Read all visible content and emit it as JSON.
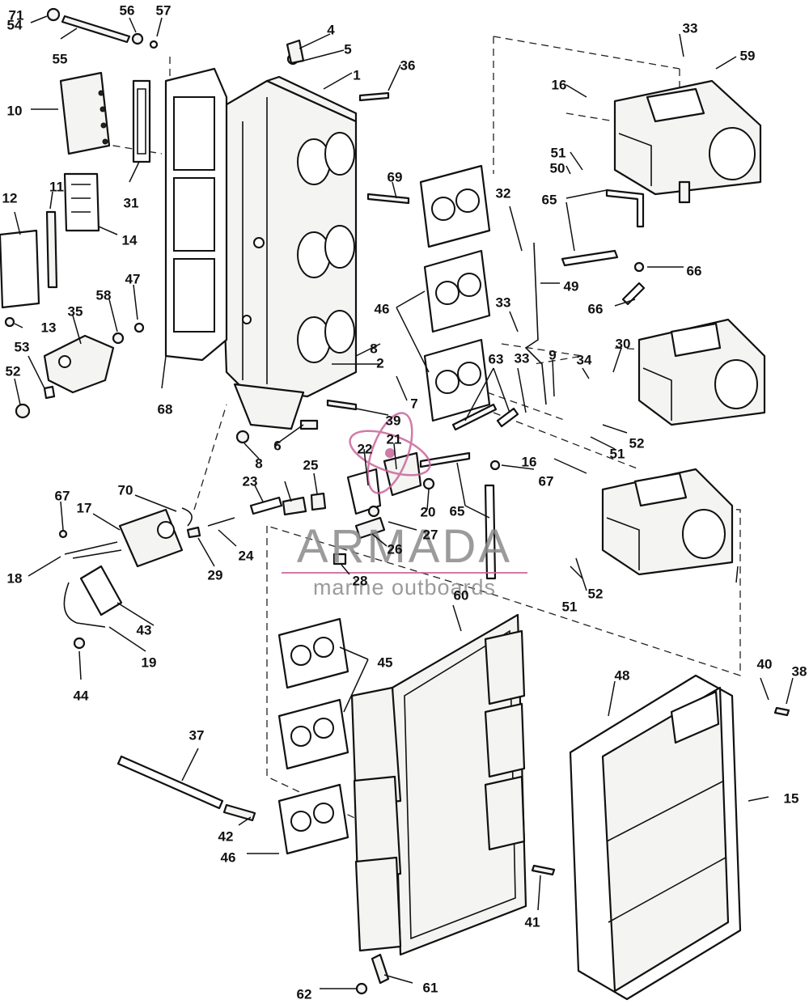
{
  "diagram": {
    "callouts": [
      "1",
      "2",
      "4",
      "5",
      "6",
      "7",
      "8",
      "8",
      "9",
      "10",
      "11",
      "12",
      "13",
      "14",
      "15",
      "16",
      "16",
      "17",
      "18",
      "19",
      "20",
      "21",
      "22",
      "23",
      "24",
      "25",
      "26",
      "27",
      "28",
      "29",
      "30",
      "31",
      "32",
      "33",
      "33",
      "33",
      "34",
      "35",
      "36",
      "37",
      "38",
      "39",
      "40",
      "41",
      "42",
      "43",
      "44",
      "45",
      "46",
      "46",
      "47",
      "48",
      "49",
      "50",
      "51",
      "51",
      "51",
      "52",
      "52",
      "52",
      "53",
      "54",
      "55",
      "56",
      "57",
      "58",
      "59",
      "60",
      "61",
      "62",
      "63",
      "65",
      "65",
      "66",
      "66",
      "67",
      "67",
      "68",
      "69",
      "70",
      "71"
    ]
  },
  "watermark": {
    "brand": "ARMADA",
    "tagline": "marine outboards",
    "logo_color": "#c8659a",
    "text_color": "#8a8a8a"
  }
}
